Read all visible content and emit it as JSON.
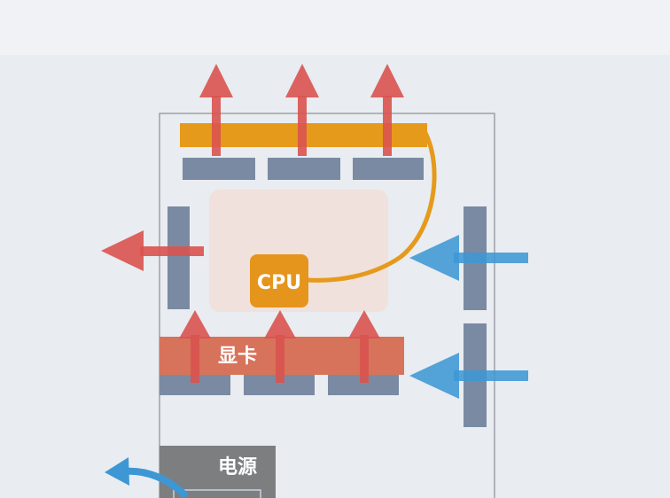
{
  "labels": {
    "cpu": "CPU",
    "gpu": "显卡",
    "psu": "电源"
  },
  "colors": {
    "background": "#e9ecf0",
    "case_outline": "#8a8f96",
    "fan": "#7a8aa3",
    "radiator": "#e59a1b",
    "heat_pipe": "#e59a1b",
    "cpu": "#e5941c",
    "motherboard_area": "#f0e1dc",
    "gpu": "#d7735a",
    "psu": "#7c7e80",
    "hot_air_arrow": "#d9534f",
    "cool_air_arrow": "#3d97d4"
  },
  "icons": {
    "exhaust": "arrow-up-icon",
    "rear_exhaust": "arrow-left-icon",
    "intake": "arrow-left-icon",
    "psu_exhaust": "curved-arrow-icon"
  }
}
